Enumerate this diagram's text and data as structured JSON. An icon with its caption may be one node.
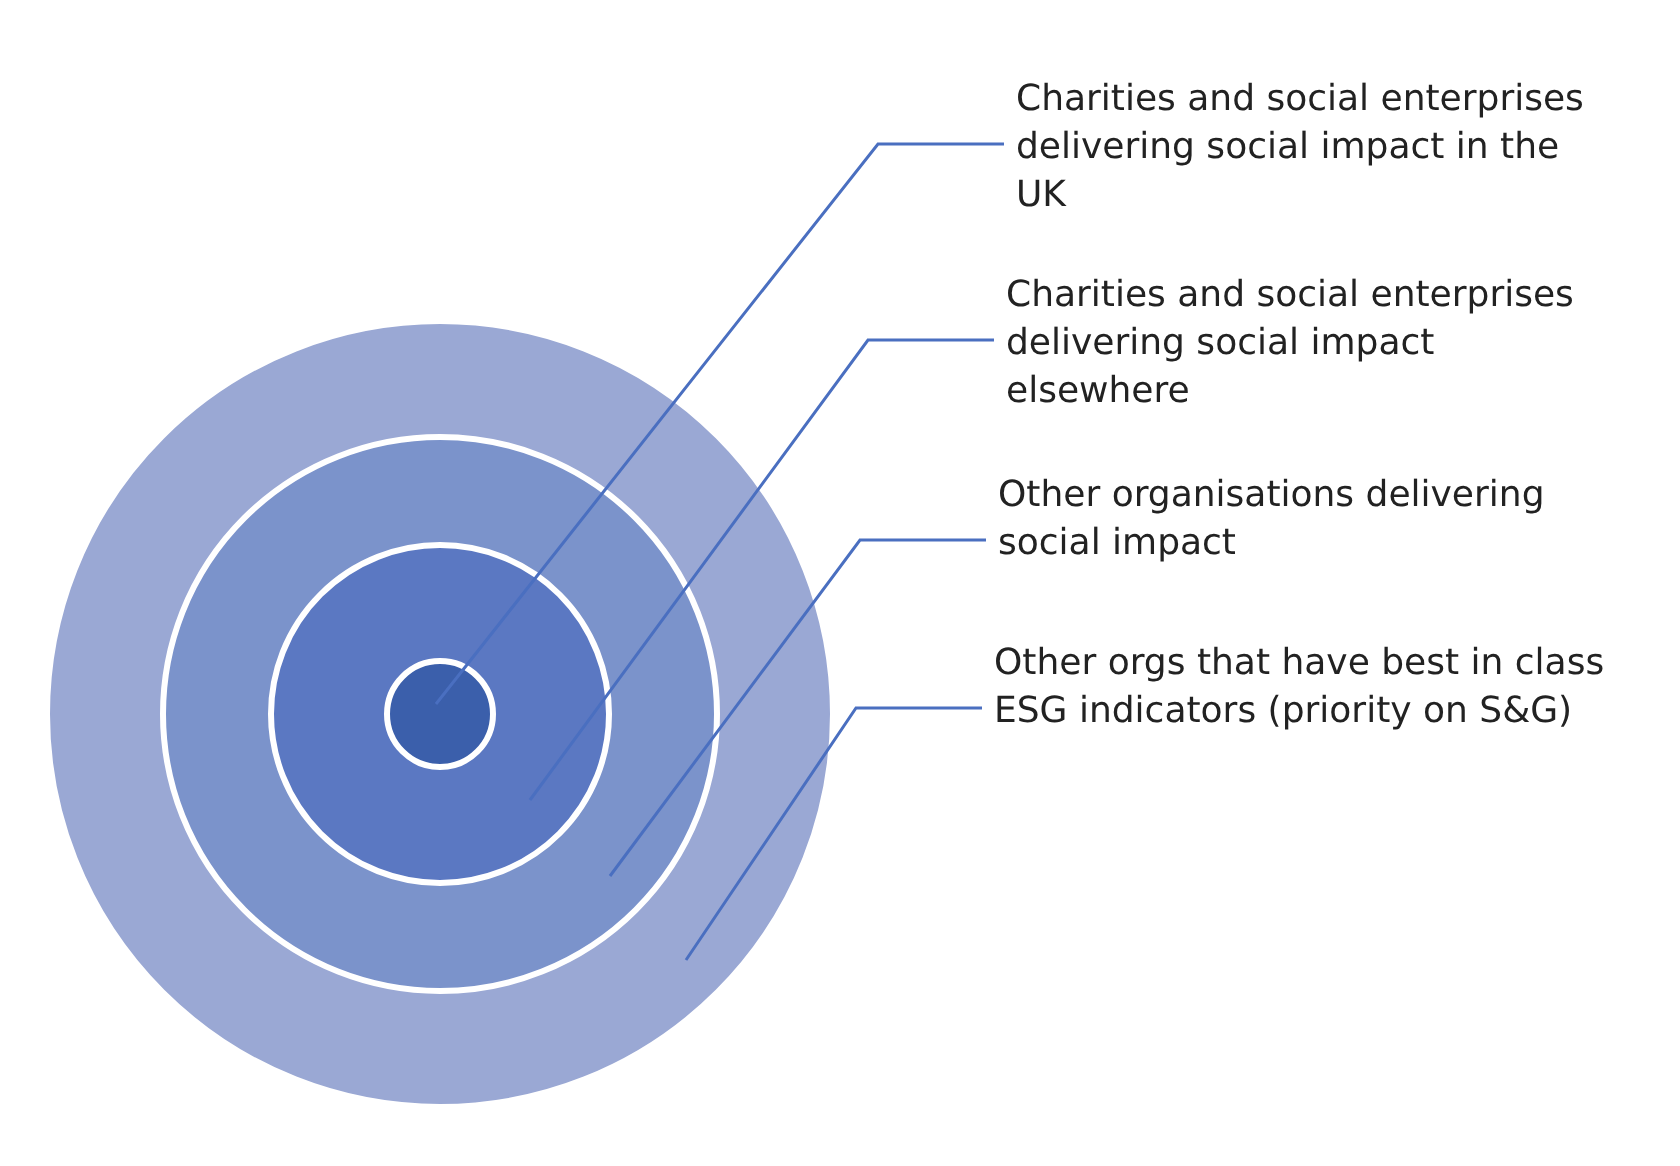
{
  "diagram": {
    "nodes": [
      {
        "text": [],
        "shape": "circle"
      },
      {
        "text": [],
        "shape": "circle",
        "in": 0
      },
      {
        "text": [],
        "shape": "circle",
        "in": 1
      },
      {
        "text": [],
        "shape": "circle",
        "in": 2
      },
      {
        "text": [
          "Charities and social enterprises delivering social impact in the UK"
        ]
      },
      {
        "text": [
          "Charities and social enterprises delivering social impact elsewhere"
        ]
      },
      {
        "text": [
          "Other organisations delivering social impact"
        ]
      },
      {
        "text": [
          "Other orgs that have best in class ESG indicators (priority on S&G)"
        ]
      }
    ],
    "edges": [
      {
        "from": 4,
        "to": 3,
        "arrow": "none"
      },
      {
        "from": 5,
        "to": 2,
        "arrow": "none"
      },
      {
        "from": 6,
        "to": 1,
        "arrow": "none"
      },
      {
        "from": 7,
        "to": 0,
        "arrow": "none"
      }
    ]
  }
}
